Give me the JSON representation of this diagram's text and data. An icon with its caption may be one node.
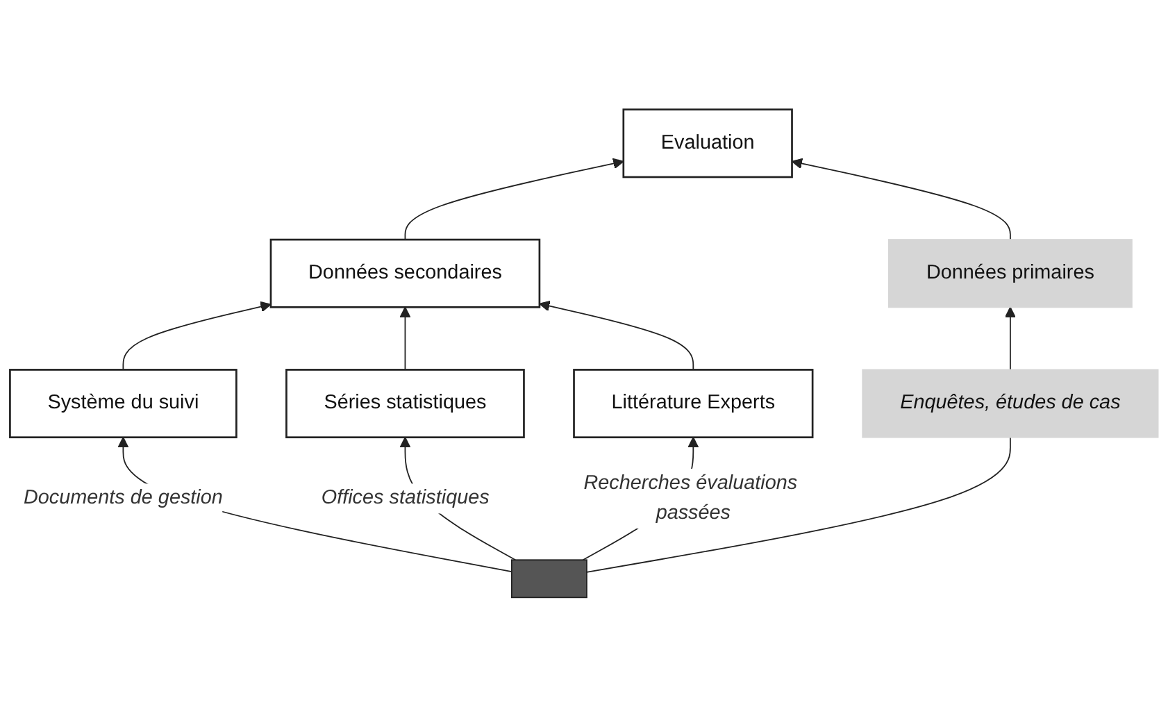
{
  "diagram": {
    "nodes": [
      {
        "text": [
          "Evaluation"
        ]
      },
      {
        "text": [
          "Données secondaires"
        ]
      },
      {
        "text": [
          "Données primaires"
        ]
      },
      {
        "text": [
          "Système du suivi"
        ]
      },
      {
        "text": [
          "Séries statistiques"
        ]
      },
      {
        "text": [
          "Littérature Experts"
        ]
      },
      {
        "text": [
          "Enquêtes, études de cas"
        ]
      },
      {
        "text": [],
        "shape": "bar"
      }
    ],
    "edges": [
      {
        "from": 1,
        "to": 0,
        "arrow": "to"
      },
      {
        "from": 2,
        "to": 0,
        "arrow": "to"
      },
      {
        "from": 3,
        "to": 1,
        "arrow": "to"
      },
      {
        "from": 4,
        "to": 1,
        "arrow": "to"
      },
      {
        "from": 5,
        "to": 1,
        "arrow": "to"
      },
      {
        "from": 7,
        "to": 3,
        "arrow": "to",
        "label": "Documents de gestion"
      },
      {
        "from": 7,
        "to": 4,
        "arrow": "to",
        "label": "Offices statistiques"
      },
      {
        "from": 7,
        "to": 5,
        "arrow": "to",
        "label": "Recherches évaluations passées"
      },
      {
        "from": 7,
        "to": 6,
        "arrow": "none"
      },
      {
        "from": 6,
        "to": 2,
        "arrow": "to"
      }
    ]
  }
}
